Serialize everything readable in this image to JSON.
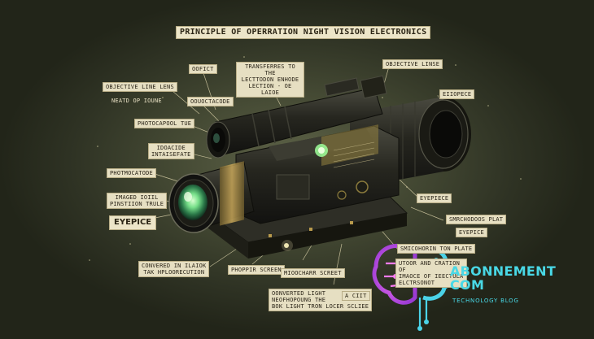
{
  "title": "PRINCIPLE OF OPERRATION  NIGHT VISION ELECTRONICS",
  "labels": {
    "l1": "OOFICT",
    "l2a": "TRANSFERRES TO THE",
    "l2b": "LECTTODON ENHODE",
    "l2c": "LECTION - OE LAIOE",
    "l3": "OBJECTIVE LINSE",
    "l4": "OBJECTIVE LINE LENS",
    "l5": "NEATD OP IOUNE",
    "l6": "OOUOCTACODE",
    "l7": "EIIOPECE",
    "l8": "PHOTOCAPOOL TUE",
    "l9a": "IDOACIDE",
    "l9b": "INTAISEFATE",
    "l10": "PHOTMOCATODE",
    "l11a": "IMAGED IOIIL",
    "l11b": "PINSTIION TRULE",
    "l12": "EYEPICE",
    "l13": "EYEPIECE",
    "l14": "SMRCHODOOS PLAT",
    "l15": "EYEPICE",
    "l16": "SMICOHORIN TON PLATE",
    "l17a": "UTOOR AND CRATION OF",
    "l17b": "IMAOCE OF IEECTULA",
    "l17c": "ELCTRSONOT",
    "l18a": "CONVERED IN ILAIOK",
    "l18b": "TAK HPLOORECUTION",
    "l19": "PHOPPIR SCREEN",
    "l20": "MIOOCHARR SCREET",
    "l21a": "OONVERTED LIGHT",
    "l21b": "NEOFHOPOUNG THE",
    "l21c": "BOK LIGHT TRON LOCER SCLIEE",
    "l22": "A CIIT"
  },
  "brand": {
    "name_line1": "ABONNEMENT",
    "name_line2": "COM",
    "tagline": "TECHNOLOGY BLOG",
    "color": "#49d8e6",
    "accent": "#c04de0"
  },
  "icons": [
    "brain-circuit-icon",
    "night-vision-scope-illustration"
  ]
}
